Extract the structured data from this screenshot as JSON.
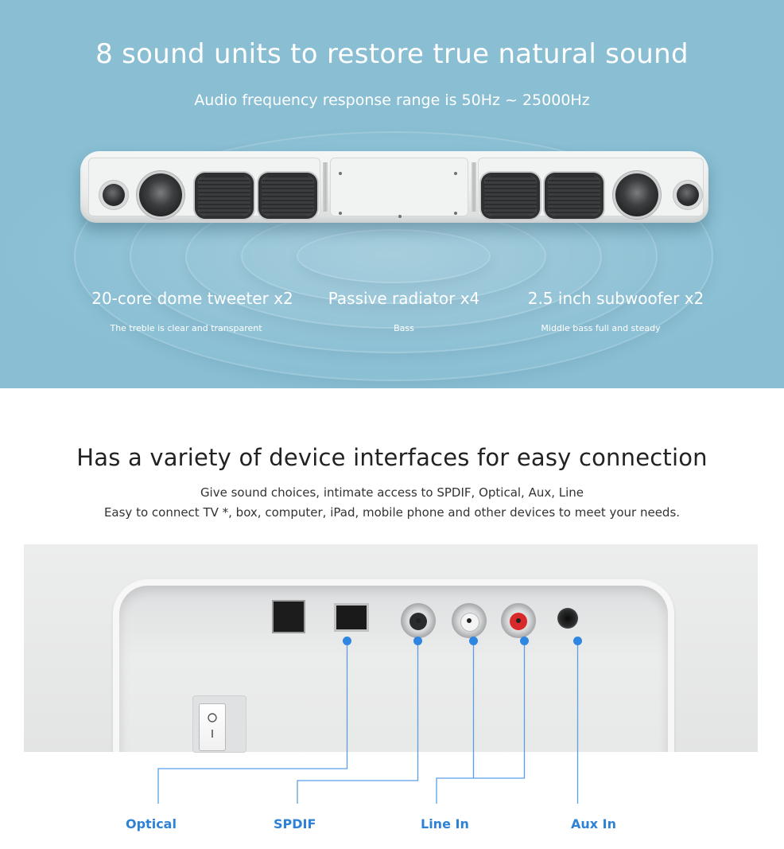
{
  "hero": {
    "title": "8 sound units to restore true natural sound",
    "subtitle": "Audio frequency response range is 50Hz ~ 25000Hz",
    "features": [
      {
        "label": "20-core dome tweeter x2",
        "desc": "The treble is clear and transparent"
      },
      {
        "label": "Passive radiator x4",
        "desc": "Bass"
      },
      {
        "label": "2.5 inch subwoofer x2",
        "desc": "Middle bass full and steady"
      }
    ]
  },
  "interfaces": {
    "title": "Has a variety of device interfaces for easy connection",
    "line1": "Give sound choices, intimate access to SPDIF, Optical, Aux, Line",
    "line2": "Easy to connect TV *, box, computer, iPad, mobile phone and other devices to meet your needs.",
    "labels": {
      "optical": "Optical",
      "spdif": "SPDIF",
      "line_in": "Line In",
      "aux_in": "Aux In"
    }
  },
  "colors": {
    "hero_bg": "#8ec1d5",
    "accent_blue": "#2e86e0",
    "rca_red": "#d82a2a"
  }
}
